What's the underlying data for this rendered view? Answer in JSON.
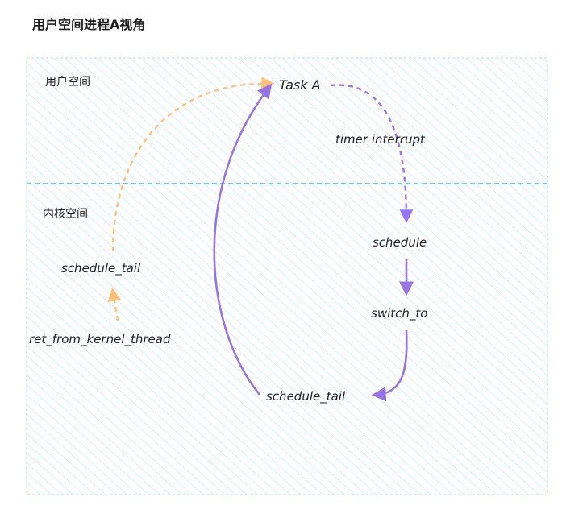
{
  "title": "用户空间进程A视角",
  "regions": {
    "user_space": "用户空间",
    "kernel_space": "内核空间"
  },
  "nodes": {
    "task_a": "Task A",
    "timer_interrupt": "timer interrupt",
    "schedule": "schedule",
    "switch_to": "switch_to",
    "schedule_tail_right": "schedule_tail",
    "schedule_tail_left": "schedule_tail",
    "ret_from_kernel_thread": "ret_from_kernel_thread"
  },
  "colors": {
    "hatch": "#a5d8ff",
    "frame": "#b2f2bb",
    "divider": "#74c0fc",
    "purple": "#9775e0",
    "purple_dashed": "#9775fa",
    "orange": "#ffc078",
    "text": "#1e1e1e"
  }
}
